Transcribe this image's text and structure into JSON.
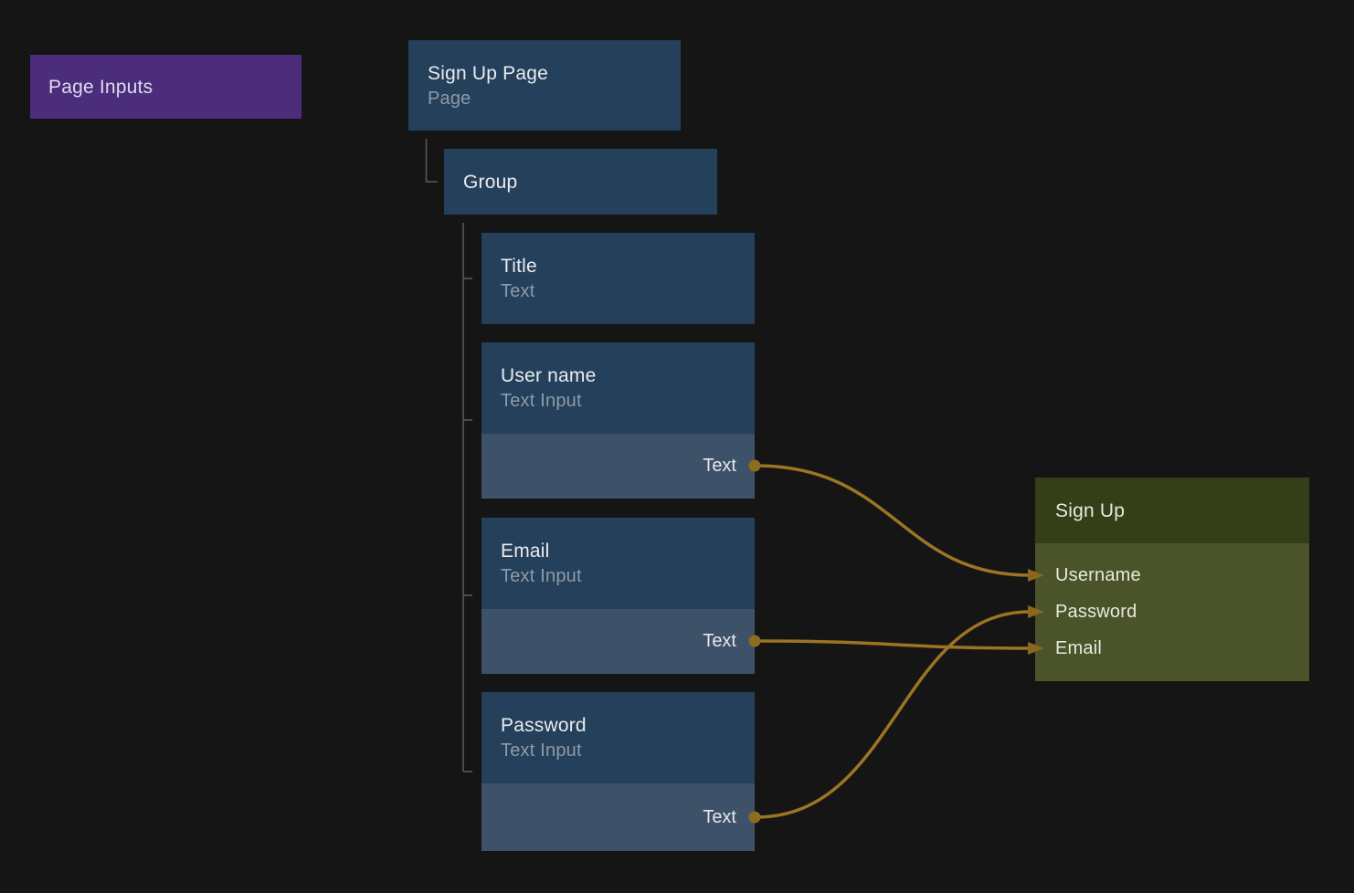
{
  "canvas": {
    "background": "#151515"
  },
  "palette": {
    "node_blue": "#24405A",
    "node_blue_port_row": "#3D5269",
    "node_purple": "#4B2D7C",
    "signup_header_green": "#343F18",
    "signup_body_green": "#4A5428",
    "wire_gold": "#9B7424",
    "port_gold": "#8E6C1E",
    "arrow_gold": "#8A671D",
    "tree_line_gray": "#5C5C5C",
    "text_primary": "#E9ECEF",
    "text_secondary": "#8E9BA9"
  },
  "page_inputs": {
    "label": "Page Inputs"
  },
  "layer_tree": {
    "root": {
      "title": "Sign Up Page",
      "subtitle": "Page"
    },
    "group": {
      "title": "Group"
    },
    "children": [
      {
        "title": "Title",
        "subtitle": "Text"
      },
      {
        "title": "User name",
        "subtitle": "Text Input",
        "output_port": "Text"
      },
      {
        "title": "Email",
        "subtitle": "Text Input",
        "output_port": "Text"
      },
      {
        "title": "Password",
        "subtitle": "Text Input",
        "output_port": "Text"
      }
    ]
  },
  "signup": {
    "title": "Sign Up",
    "inputs": [
      "Username",
      "Password",
      "Email"
    ]
  },
  "connections": [
    {
      "from": "User name / Text",
      "to": "Username"
    },
    {
      "from": "Email / Text",
      "to": "Email"
    },
    {
      "from": "Password / Text",
      "to": "Password"
    }
  ]
}
